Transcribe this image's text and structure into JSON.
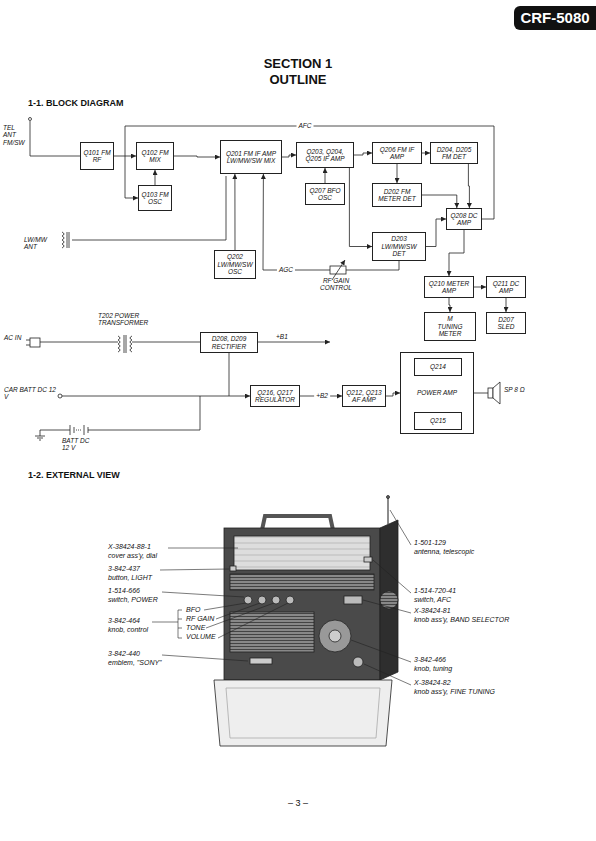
{
  "diagram": {
    "title": "SECTION 1 OUTLINE",
    "nodes": [
      {
        "text": [
          "Q101 FM RF"
        ]
      },
      {
        "text": [
          "Q102 FM MIX"
        ]
      },
      {
        "text": [
          "Q103 FM OSC"
        ]
      },
      {
        "text": [
          "Q201 FM IF AMP LW/MW/SW MIX"
        ]
      },
      {
        "text": [
          "Q202 LW/MW/SW OSC"
        ]
      },
      {
        "text": [
          "Q203, Q204, Q205 IF AMP"
        ]
      },
      {
        "text": [
          "Q207 BFO OSC"
        ]
      },
      {
        "text": [
          "Q206 FM IF AMP"
        ]
      },
      {
        "text": [
          "D204, D205 FM DET"
        ]
      },
      {
        "text": [
          "D202 FM METER DET"
        ]
      },
      {
        "text": [
          "D203 LW/MW/SW DET"
        ]
      },
      {
        "text": [
          "Q208 DC AMP"
        ]
      },
      {
        "text": [
          "Q210 METER AMP"
        ]
      },
      {
        "text": [
          "Q211 DC AMP"
        ]
      },
      {
        "text": [
          "M",
          "TUNING METER"
        ]
      },
      {
        "text": [
          "D207 SLED"
        ]
      },
      {
        "text": [
          "D208, D209 RECTIFIER"
        ]
      },
      {
        "text": [
          "Q216, Q217 REGULATOR"
        ]
      },
      {
        "text": [
          "Q212, Q213 AF AMP"
        ]
      },
      {
        "text": [
          "POWER AMP"
        ]
      },
      {
        "text": [
          "Q214"
        ],
        "in": 19
      },
      {
        "text": [
          "Q215"
        ],
        "in": 19
      },
      {
        "text": [
          "CRF-5080"
        ]
      }
    ],
    "edges": [
      {
        "from": 0,
        "to": 1,
        "arrow": "to"
      },
      {
        "from": 2,
        "to": 1,
        "arrow": "to"
      },
      {
        "from": 1,
        "to": 3,
        "arrow": "to"
      },
      {
        "from": 4,
        "to": 3,
        "arrow": "to"
      },
      {
        "from": 3,
        "to": 5,
        "arrow": "to"
      },
      {
        "from": 6,
        "to": 5,
        "arrow": "to"
      },
      {
        "from": 5,
        "to": 7,
        "arrow": "to"
      },
      {
        "from": 7,
        "to": 8,
        "arrow": "to"
      },
      {
        "from": 7,
        "to": 9,
        "arrow": "to"
      },
      {
        "from": 5,
        "to": 10,
        "arrow": "to"
      },
      {
        "from": 10,
        "to": 3,
        "label": "AGC",
        "arrow": "to"
      },
      {
        "from": 9,
        "to": 11,
        "arrow": "to"
      },
      {
        "from": 8,
        "to": 11,
        "arrow": "to"
      },
      {
        "from": 10,
        "to": 11,
        "arrow": "to"
      },
      {
        "from": 11,
        "to": 2,
        "label": "AFC",
        "arrow": "to"
      },
      {
        "from": 11,
        "to": 12,
        "arrow": "to"
      },
      {
        "from": 12,
        "to": 13,
        "arrow": "to"
      },
      {
        "from": 12,
        "to": 14,
        "arrow": "to"
      },
      {
        "from": 13,
        "to": 15,
        "arrow": "to"
      },
      {
        "from": 16,
        "to": 17,
        "arrow": "to"
      },
      {
        "from": 17,
        "to": 18,
        "label": "+B2",
        "arrow": "to"
      },
      {
        "from": 18,
        "to": 19,
        "arrow": "to"
      }
    ],
    "labels": [
      "1-1. BLOCK DIAGRAM",
      "TEL ANT FM/SW",
      "LW/MW ANT",
      "RF GAIN CONTROL",
      "T202 POWER TRANSFORMER",
      "AC IN",
      "+B1",
      "CAR BATT DC 12 V",
      "BATT DC 12 V",
      "SP 8 Ω",
      "1-2. EXTERNAL VIEW",
      "X-38424-88-1",
      "cover ass'y, dial",
      "3-842-437",
      "button, LIGHT",
      "1-514-666",
      "switch, POWER",
      "BFO",
      "RF GAIN",
      "TONE",
      "VOLUME",
      "3-842-464",
      "knob, control",
      "3-842-440",
      "emblem, \"SONY\"",
      "1-501-129",
      "antenna, telescopic",
      "1-514-720-41",
      "switch, AFC",
      "X-38424-81",
      "knob ass'y, BAND SELECTOR",
      "3-842-466",
      "knob, tuning",
      "X-38424-82",
      "knob ass'y, FINE TUNING",
      "– 3 –"
    ]
  }
}
